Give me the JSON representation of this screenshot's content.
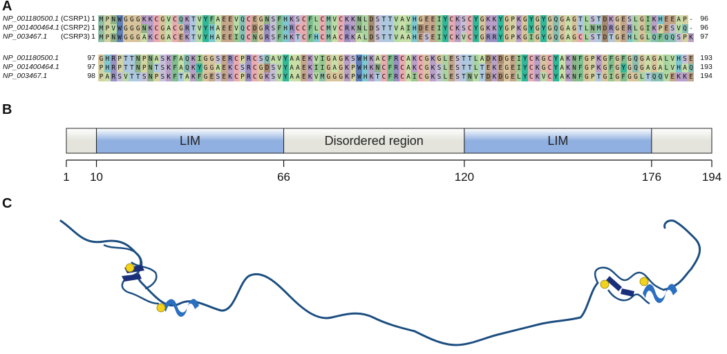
{
  "panels": {
    "a": "A",
    "b": "B",
    "c": "C"
  },
  "alignment": {
    "blocks": [
      {
        "rows": [
          {
            "name": "NP_001180500.1",
            "gene": "(CSRP1)",
            "start": "1",
            "end": "96",
            "seq": "MPNWGGGKKCGVCQKTVYFAEEVQCEGNSFHKSCFLCMVCKKNLDSTTVAVHGEEIYCKSCYGKKYGPKGYGYGQGAGTLSTDKGESLGIKHEEAP-"
          },
          {
            "name": "NP_001400464.1",
            "gene": "(CSRP2)",
            "start": "1",
            "end": "96",
            "seq": "MPVWGGGNKCGACGRTVYHAEEVQCDGRSFHRCCFLCMVCRKNLDSTTVAIHDEEIYCKSCYGKKYGPKGYGYGQGAGTLNMDRGERLGIKPESVQ-"
          },
          {
            "name": "NP_003467.1",
            "gene": "(CSRP3)",
            "start": "1",
            "end": "97",
            "seq": "MPNWGGGAKCGACEKTVYHAEEIQCNGRSFHKTCFHCMACRKALDSTTVAAHESEIYCKVCYGRRYGPKGIGYGQGAGCLSTDTGEHLGLQFQQSPK"
          }
        ]
      },
      {
        "rows": [
          {
            "name": "NP_001180500.1",
            "gene": "",
            "start": "97",
            "end": "193",
            "seq": "GHRPTTNPNASKFAQKIGGSERCPRCSQAVYAAEKVIGAGKSWHKACFRCAKCGKGLESTTLADKDGEIYCKGCYAKNFGPKGFGFGQGAGALVHSE"
          },
          {
            "name": "NP_001400464.1",
            "gene": "",
            "start": "97",
            "end": "193",
            "seq": "PHRPTTNPNTSKFAQKYGGAEKCSRCGDSVYAAEKIIGAGKPWHKNCFRCAKCGKSLESTTLTEKEGEIYCKGCYAKNFGPKGFGYGQGAGALVHAQ"
          },
          {
            "name": "NP_003467.1",
            "gene": "",
            "start": "98",
            "end": "194",
            "seq": "PARSVTTSNPSKFTAKFGESEKCPRCGKSVYAAEKVMGGGKPWHKTCFRCAICGKSLESTNVTDKDGELYCKVCYAKNFGPTGIGFGGLTQQVEKKE"
          }
        ]
      }
    ],
    "residue_colors": {
      "A": "#c9dfa8",
      "G": "#d8c49c",
      "P": "#d4d2a0",
      "S": "#c5c0d8",
      "T": "#aec9df",
      "V": "#b9dca6",
      "L": "#a9d4a1",
      "I": "#98c88f",
      "M": "#8fc0a8",
      "F": "#7fbf8f",
      "Y": "#2fb79a",
      "W": "#5e7fb8",
      "C": "#e9aab0",
      "H": "#7ec8d0",
      "K": "#b9a0c8",
      "R": "#9a90c2",
      "D": "#a58b70",
      "E": "#c4a68a",
      "N": "#8fb38a",
      "Q": "#88c0b4",
      "-": "#ffffff"
    }
  },
  "domains": {
    "length": 194,
    "segments": [
      {
        "start": 1,
        "end": 10,
        "label": "",
        "kind": "plain"
      },
      {
        "start": 10,
        "end": 66,
        "label": "LIM",
        "kind": "lim"
      },
      {
        "start": 66,
        "end": 120,
        "label": "Disordered region",
        "kind": "plain"
      },
      {
        "start": 120,
        "end": 176,
        "label": "LIM",
        "kind": "lim"
      },
      {
        "start": 176,
        "end": 194,
        "label": "",
        "kind": "plain"
      }
    ],
    "ticks": [
      "1",
      "10",
      "66",
      "120",
      "176",
      "194"
    ],
    "tick_values": [
      1,
      10,
      66,
      120,
      176,
      194
    ],
    "colors": {
      "lim": "#8fb0e0",
      "plain": "#e4e4dc",
      "outline": "#222222"
    }
  },
  "structure": {
    "colors": {
      "backbone": "#1c4e80",
      "helix": "#2a6fc0",
      "sheet": "#1a2f7a",
      "zinc": "#f2d21a"
    }
  }
}
